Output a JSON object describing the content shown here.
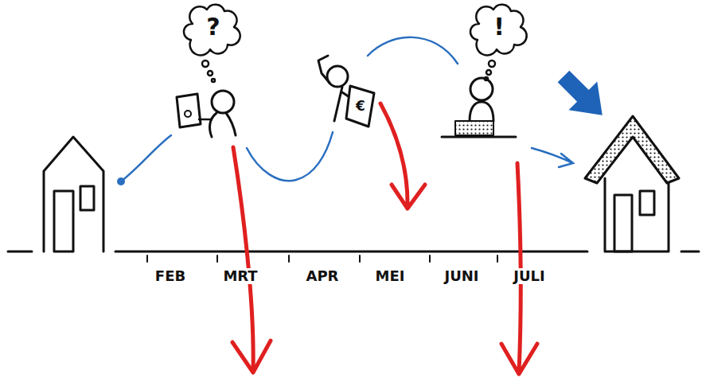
{
  "diagram": {
    "labels": [
      "?",
      "€",
      "!",
      "FEB",
      "MRT",
      "APR",
      "MEI",
      "JUNI",
      "JULI"
    ]
  }
}
